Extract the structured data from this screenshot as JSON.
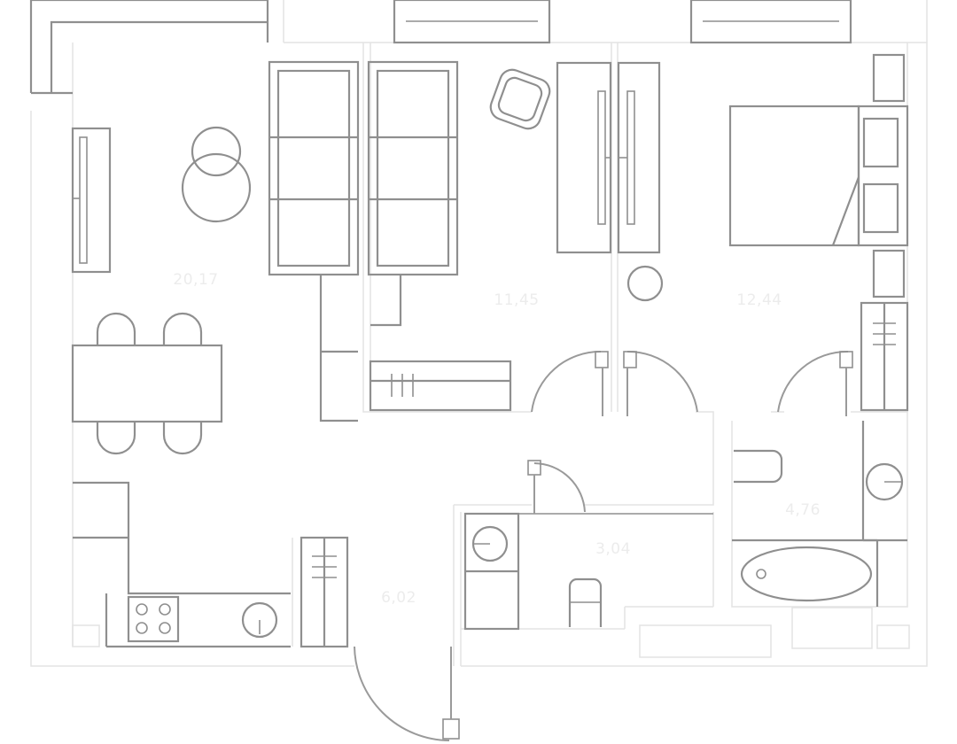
{
  "plan": {
    "line_color": "#8f8f8f",
    "wall_color": "#e3e3e3",
    "label_color": "#ececec",
    "rooms": [
      {
        "id": "living-kitchen",
        "area": "20,17"
      },
      {
        "id": "bedroom-1",
        "area": "11,45"
      },
      {
        "id": "bedroom-2",
        "area": "12,44"
      },
      {
        "id": "hallway",
        "area": "6,02"
      },
      {
        "id": "bathroom",
        "area": "3,04"
      },
      {
        "id": "toilet-bath",
        "area": "4,76"
      }
    ]
  }
}
